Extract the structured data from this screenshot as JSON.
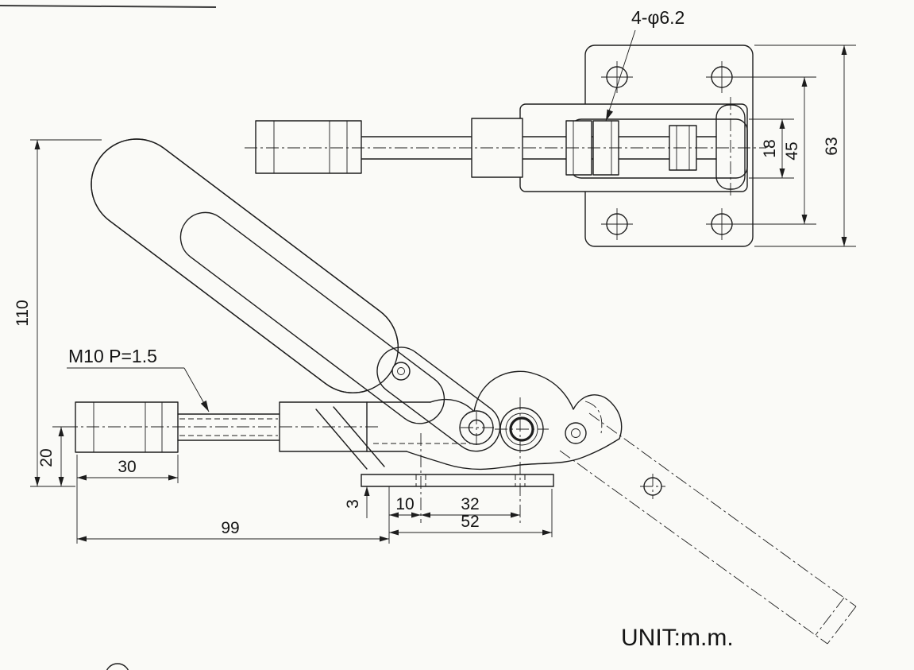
{
  "drawing": {
    "unit_note": "UNIT:m.m.",
    "callouts": {
      "holes": "4-φ6.2",
      "thread": "M10 P=1.5"
    },
    "dimensions": {
      "overall_height": "110",
      "center_height": "20",
      "nut_length": "30",
      "bar_length": "99",
      "base_thickness": "3",
      "hole_offset": "10",
      "hole_spacing": "32",
      "base_length": "52",
      "slot_width": "18",
      "plate_hole_spacing": "45",
      "plate_width": "63"
    }
  }
}
